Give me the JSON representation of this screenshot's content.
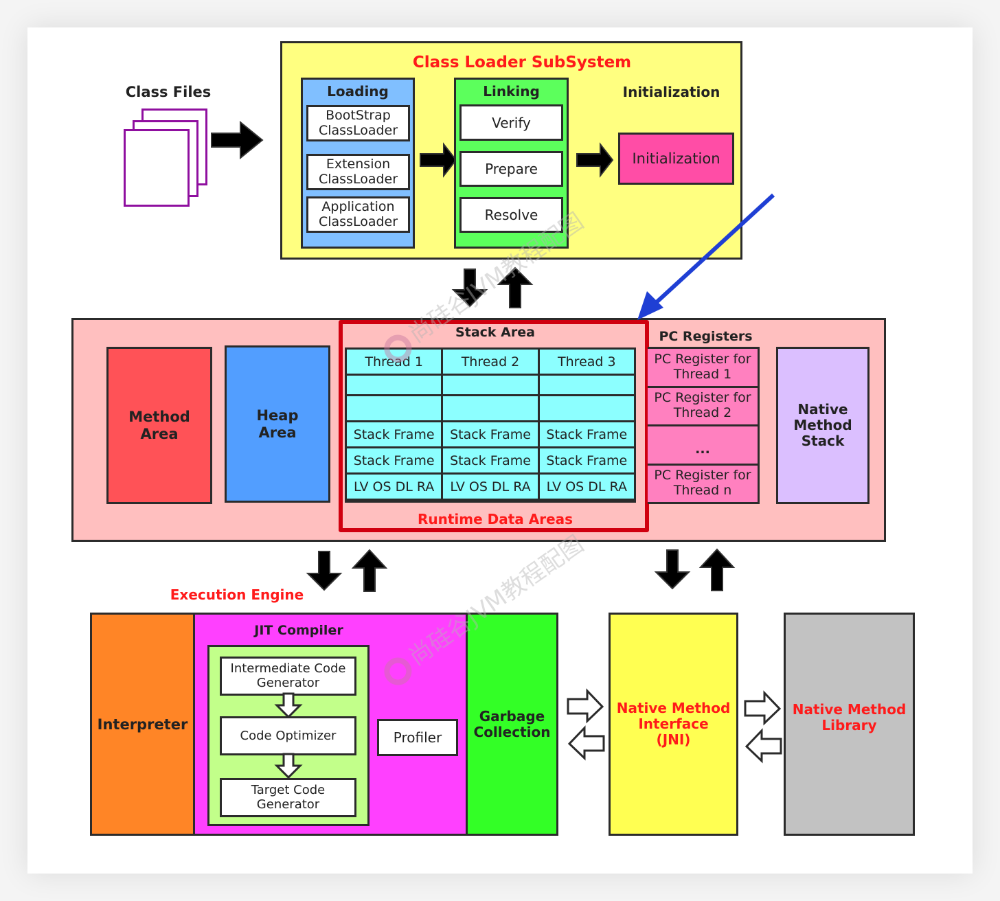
{
  "colors": {
    "class_loader_bg": "#ffff80",
    "loading_bg": "#80bfff",
    "linking_bg": "#5cff5c",
    "initialization_bg": "#ff4da6",
    "runtime_bg": "#ffbfbf",
    "method_area_bg": "#ff5257",
    "heap_area_bg": "#529eff",
    "stack_cell_bg": "#8cffff",
    "pc_register_bg": "#ff80bf",
    "native_stack_bg": "#dbbfff",
    "interpreter_bg": "#ff8526",
    "jit_bg": "#ff40ff",
    "jit_inner_bg": "#c2ff8a",
    "gc_bg": "#33ff26",
    "jni_bg": "#ffff52",
    "native_lib_bg": "#c2c2c2",
    "highlight_red": "#d0000f",
    "pointer_blue": "#1f3fd4",
    "class_files_purple": "#8f0f9f"
  },
  "class_files": {
    "label": "Class Files"
  },
  "class_loader": {
    "title": "Class Loader SubSystem",
    "loading": {
      "title": "Loading",
      "items": [
        {
          "line1": "BootStrap",
          "line2": "ClassLoader"
        },
        {
          "line1": "Extension",
          "line2": "ClassLoader"
        },
        {
          "line1": "Application",
          "line2": "ClassLoader"
        }
      ]
    },
    "linking": {
      "title": "Linking",
      "items": [
        "Verify",
        "Prepare",
        "Resolve"
      ]
    },
    "initialization": {
      "title": "Initialization",
      "box_label": "Initialization"
    }
  },
  "runtime": {
    "title": "Runtime Data Areas",
    "method_area": {
      "line1": "Method",
      "line2": "Area"
    },
    "heap_area": {
      "line1": "Heap",
      "line2": "Area"
    },
    "stack_area": {
      "title": "Stack Area",
      "threads": [
        "Thread 1",
        "Thread 2",
        "Thread 3"
      ],
      "frame_label": "Stack Frame",
      "frame_detail": "LV OS DL RA"
    },
    "pc_registers": {
      "title": "PC Registers",
      "items": [
        {
          "line1": "PC Register for",
          "line2": "Thread 1"
        },
        {
          "line1": "PC Register for",
          "line2": "Thread 2"
        },
        {
          "line1": "...",
          "line2": ""
        },
        {
          "line1": "PC Register for",
          "line2": "Thread n"
        }
      ]
    },
    "native_stack": {
      "line1": "Native",
      "line2": "Method",
      "line3": "Stack"
    }
  },
  "execution_engine": {
    "title": "Execution Engine",
    "interpreter": "Interpreter",
    "jit": {
      "title": "JIT Compiler",
      "steps": [
        {
          "line1": "Intermediate Code",
          "line2": "Generator"
        },
        {
          "line1": "Code Optimizer",
          "line2": ""
        },
        {
          "line1": "Target Code",
          "line2": "Generator"
        }
      ],
      "profiler": "Profiler"
    },
    "gc": {
      "line1": "Garbage",
      "line2": "Collection"
    }
  },
  "jni": {
    "line1": "Native Method",
    "line2": "Interface",
    "line3": "(JNI)"
  },
  "native_library": {
    "line1": "Native Method",
    "line2": "Library"
  },
  "watermark": {
    "text": "尚硅谷JVM教程配图"
  }
}
